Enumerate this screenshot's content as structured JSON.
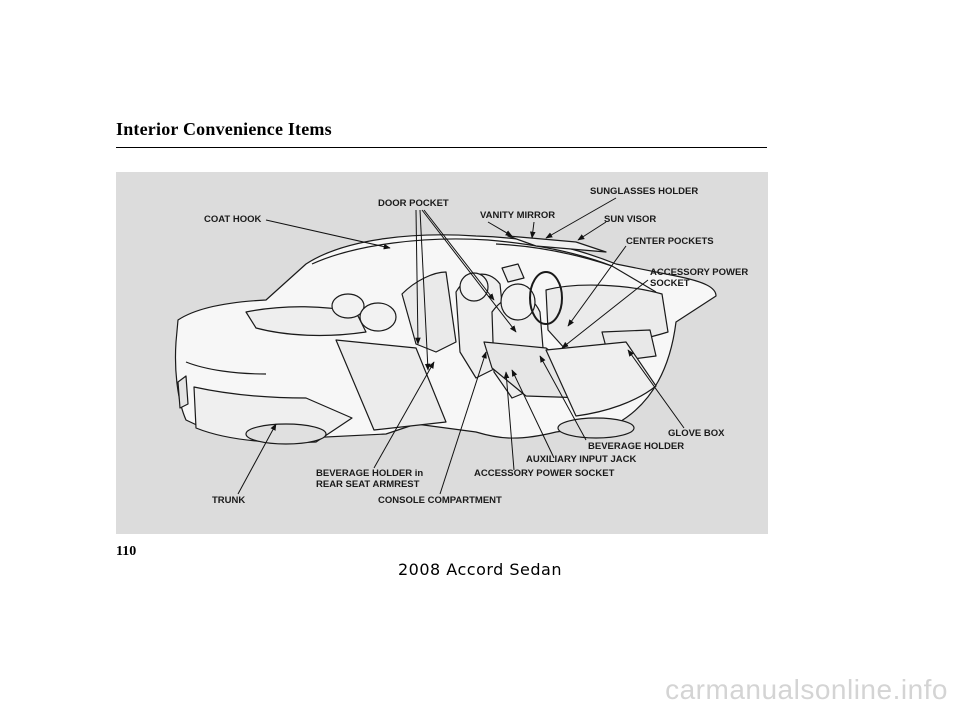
{
  "page": {
    "section_title": "Interior Convenience Items",
    "page_number": "110",
    "footer_caption": "2008  Accord  Sedan",
    "watermark": "carmanualsonline.info"
  },
  "figure": {
    "callouts": {
      "sunglasses_holder": "SUNGLASSES HOLDER",
      "door_pocket": "DOOR POCKET",
      "vanity_mirror": "VANITY MIRROR",
      "sun_visor": "SUN VISOR",
      "coat_hook": "COAT HOOK",
      "center_pockets": "CENTER POCKETS",
      "accessory_power_socket_front_line1": "ACCESSORY POWER",
      "accessory_power_socket_front_line2": "SOCKET",
      "glove_box": "GLOVE BOX",
      "beverage_holder": "BEVERAGE HOLDER",
      "auxiliary_input_jack": "AUXILIARY INPUT JACK",
      "beverage_holder_rear_line1": "BEVERAGE HOLDER in",
      "beverage_holder_rear_line2": "REAR SEAT ARMREST",
      "accessory_power_socket_console": "ACCESSORY POWER SOCKET",
      "trunk": "TRUNK",
      "console_compartment": "CONSOLE COMPARTMENT"
    }
  },
  "colors": {
    "figure_background": "#dcdcdc",
    "line_art": "#1a1a1a",
    "body_white": "#f7f7f7",
    "watermark": "#d4d4d4"
  }
}
